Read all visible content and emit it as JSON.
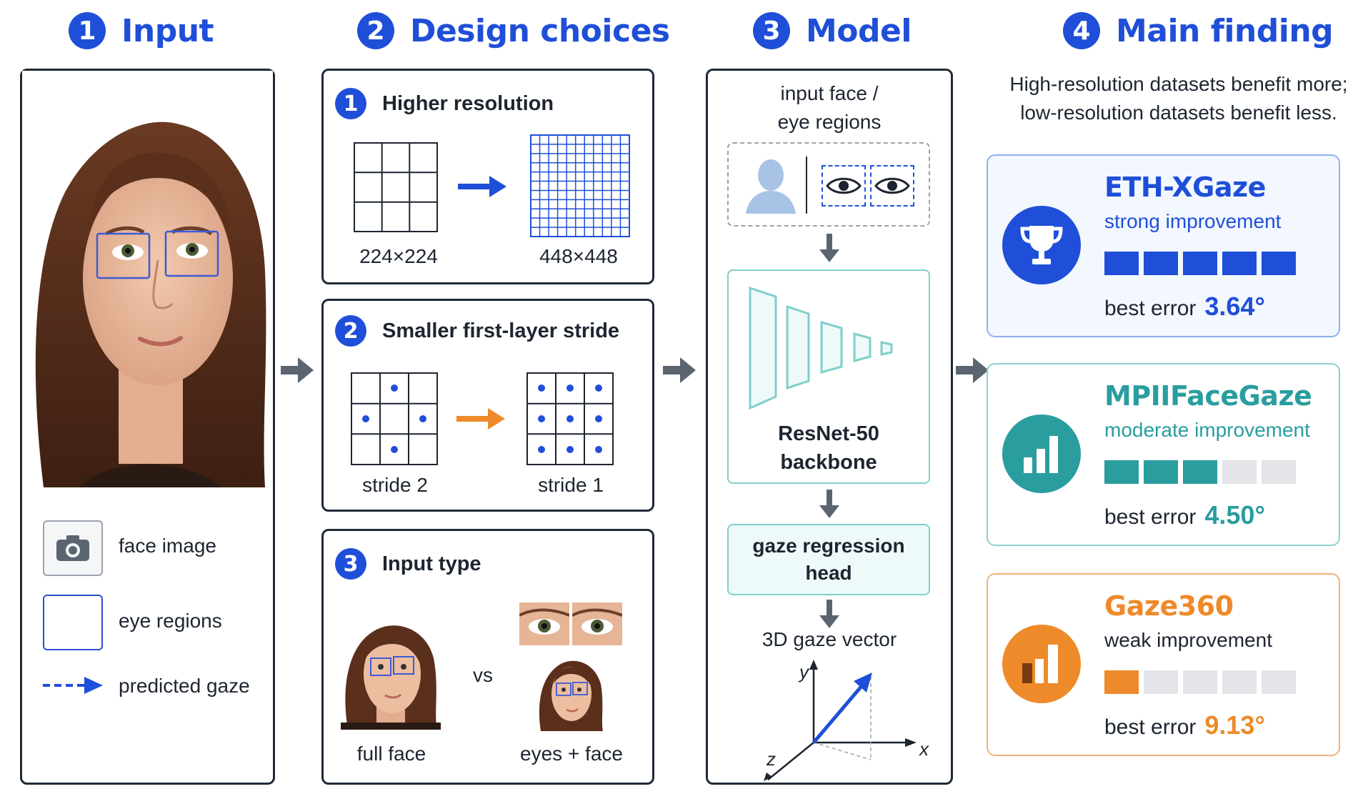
{
  "sections": [
    {
      "num": "1",
      "title": "Input"
    },
    {
      "num": "2",
      "title": "Design choices"
    },
    {
      "num": "3",
      "title": "Model"
    },
    {
      "num": "4",
      "title": "Main finding"
    }
  ],
  "input_panel": {
    "legend": [
      {
        "label": "face image",
        "icon": "camera-icon"
      },
      {
        "label": "eye regions",
        "icon": "eye-region-box"
      },
      {
        "label": "predicted gaze",
        "icon": "dashed-arrow"
      }
    ]
  },
  "design_choices": [
    {
      "num": "1",
      "title": "Higher resolution",
      "left_label": "224×224",
      "right_label": "448×448"
    },
    {
      "num": "2",
      "title": "Smaller first-layer stride",
      "left_label": "stride 2",
      "right_label": "stride 1"
    },
    {
      "num": "3",
      "title": "Input type",
      "left_label": "full face",
      "vs_label": "vs",
      "right_label": "eyes + face"
    }
  ],
  "model": {
    "input_label_line1": "input face /",
    "input_label_line2": "eye regions",
    "backbone_line1": "ResNet-50",
    "backbone_line2": "backbone",
    "head_line1": "gaze regression",
    "head_line2": "head",
    "output_label": "3D gaze vector",
    "axis_x": "x",
    "axis_y": "y",
    "axis_z": "z"
  },
  "finding": {
    "description_line1": "High-resolution datasets benefit more;",
    "description_line2": "low-resolution datasets benefit less.",
    "cards": [
      {
        "name": "ETH-XGaze",
        "improvement": "strong improvement",
        "error_label": "best error",
        "error_value": "3.64°",
        "filled": 5,
        "total": 5,
        "color": "#1f4fd8",
        "border": "#8fb0ee",
        "bg": "#f3f7fe",
        "icon": "trophy-icon"
      },
      {
        "name": "MPIIFaceGaze",
        "improvement": "moderate improvement",
        "error_label": "best error",
        "error_value": "4.50°",
        "filled": 3,
        "total": 5,
        "color": "#2a9d9f",
        "border": "#8fd0cf",
        "bg": "#ffffff",
        "icon": "bar-chart-icon"
      },
      {
        "name": "Gaze360",
        "improvement": "weak improvement",
        "error_label": "best error",
        "error_value": "9.13°",
        "filled": 1,
        "total": 5,
        "color": "#ee8a2a",
        "border": "#f3b37a",
        "bg": "#ffffff",
        "icon": "bar-chart-low-icon"
      }
    ]
  },
  "colors": {
    "accent": "#1f4fd8",
    "teal": "#2a9d9f",
    "orange": "#ee8a2a",
    "dark": "#1f2a37",
    "arrow": "#5b6572"
  }
}
